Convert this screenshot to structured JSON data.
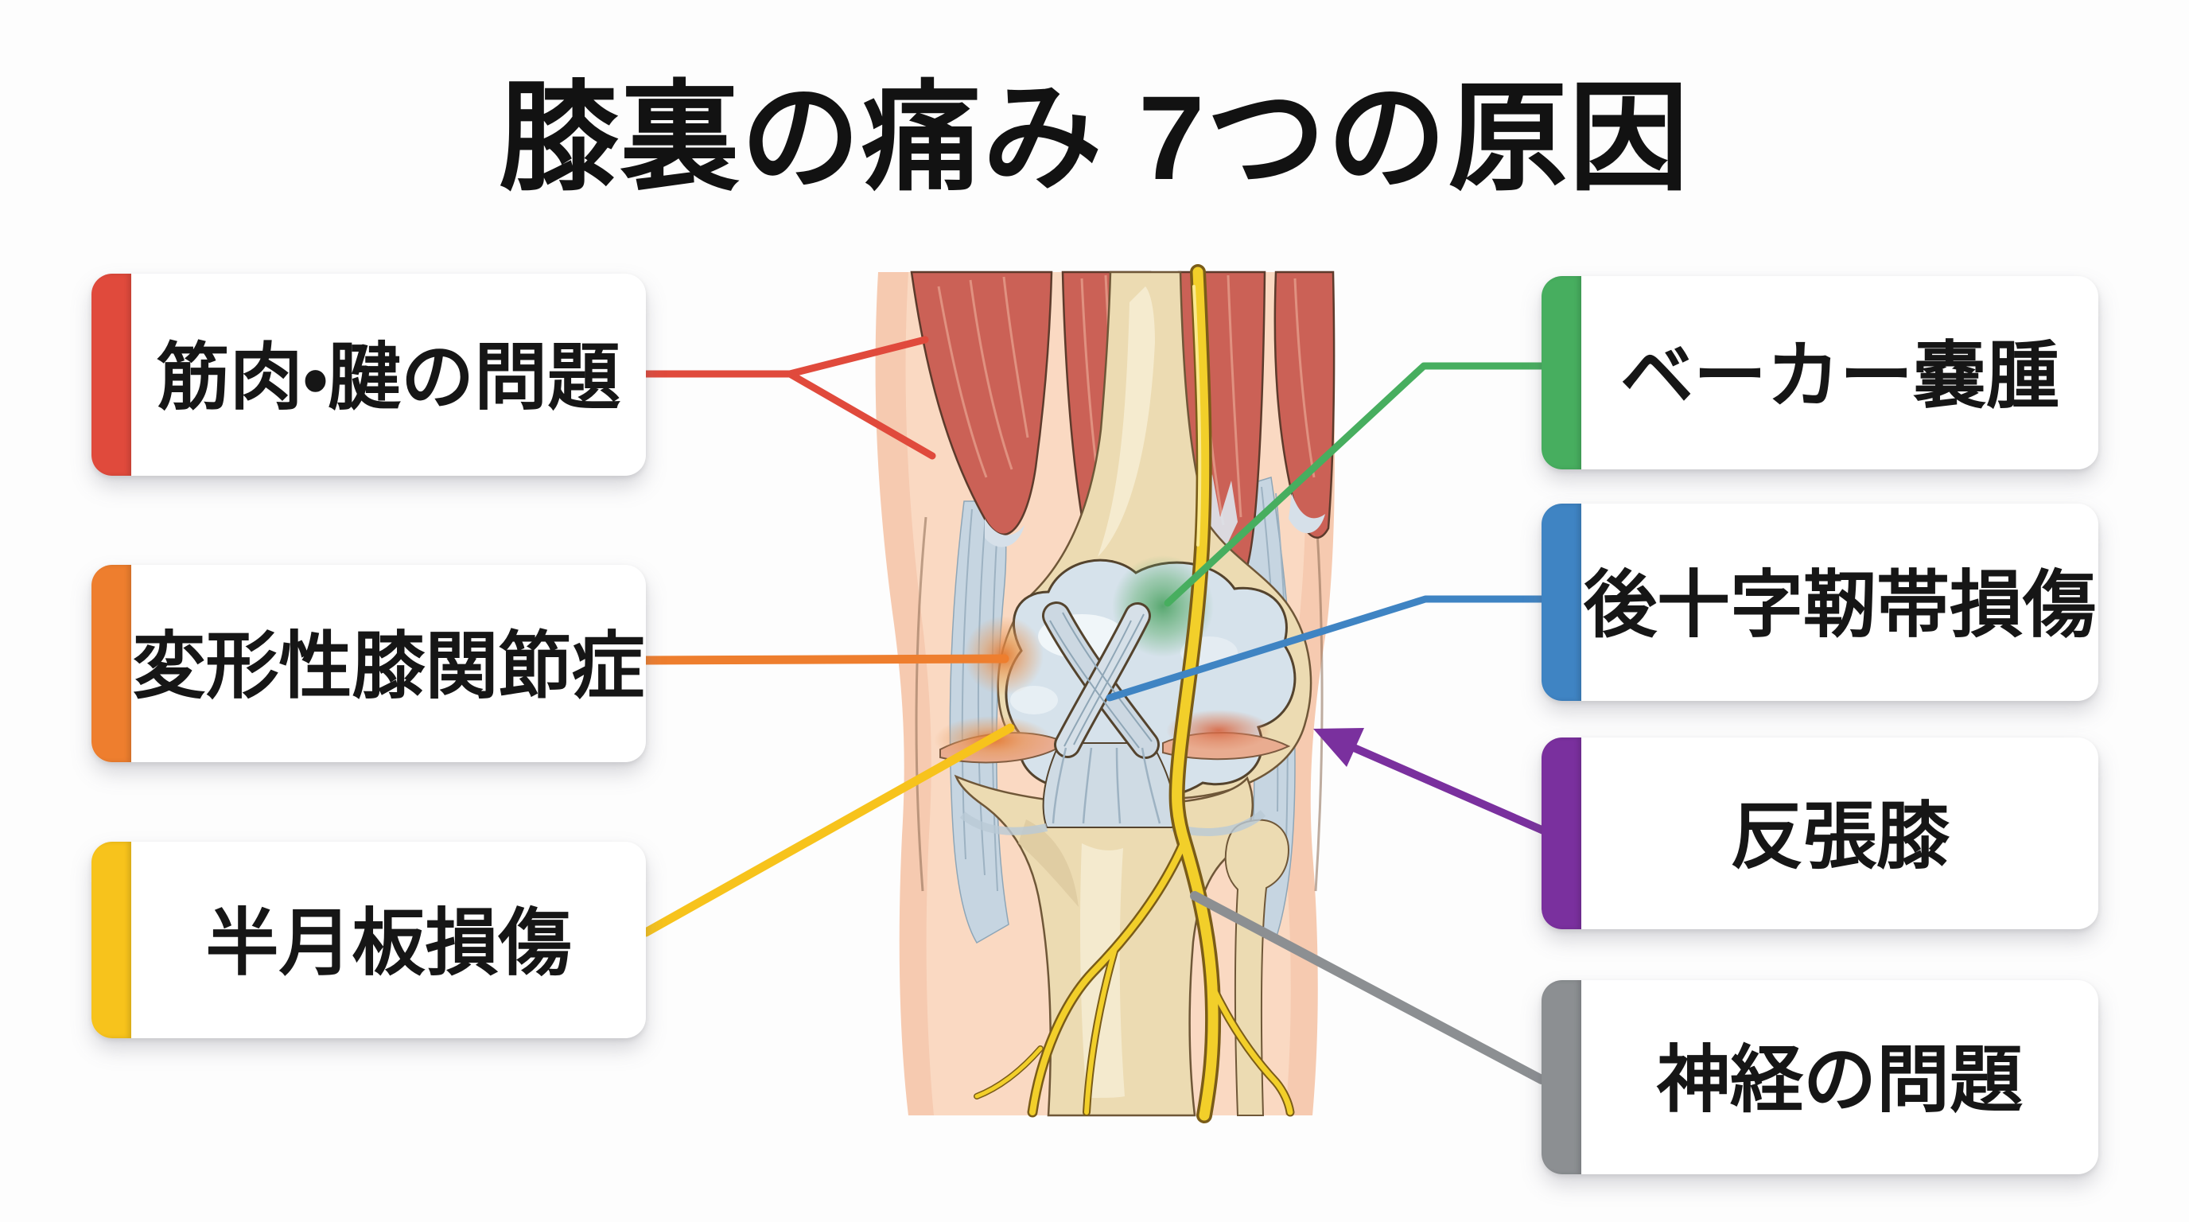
{
  "title": "膝裏の痛み 7つの原因",
  "labels": {
    "left": [
      {
        "text": "筋肉・腱の問題",
        "color": "#e04a3c"
      },
      {
        "text": "変形性膝関節症",
        "color": "#ee7e2e"
      },
      {
        "text": "半月板損傷",
        "color": "#f7c31c"
      }
    ],
    "right": [
      {
        "text": "ベーカー嚢腫",
        "color": "#47ae5f"
      },
      {
        "text": "後十字靭帯損傷",
        "color": "#3f84c3"
      },
      {
        "text": "反張膝",
        "color": "#7a309e"
      },
      {
        "text": "神経の問題",
        "color": "#8c8f92"
      }
    ]
  }
}
